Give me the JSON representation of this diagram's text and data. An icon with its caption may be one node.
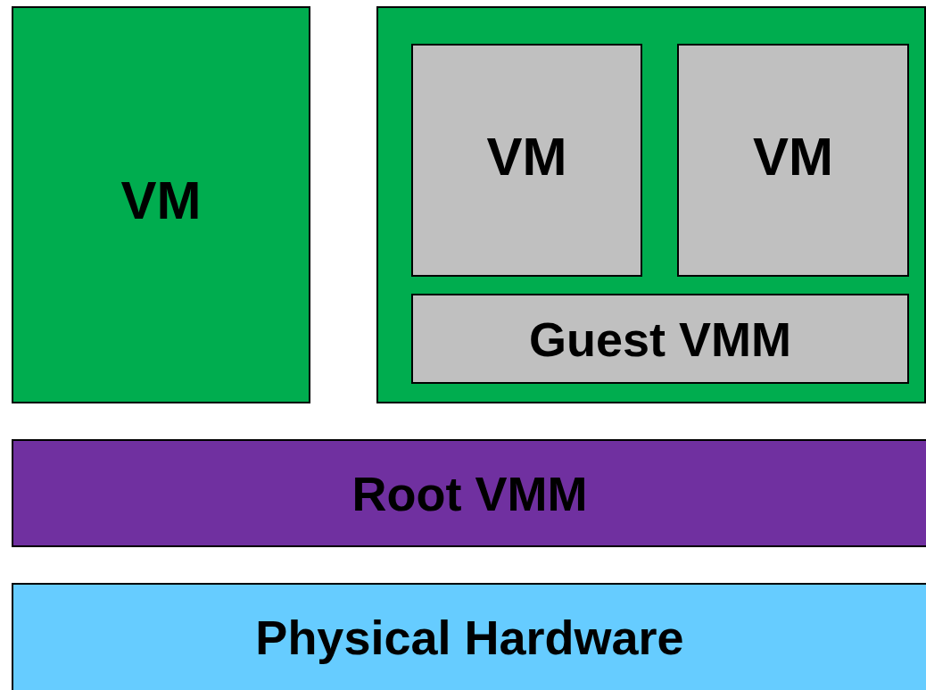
{
  "diagram": {
    "nodes": [
      {
        "text": [
          "VM"
        ]
      },
      {
        "text": [],
        "shape": "box"
      },
      {
        "text": [
          "VM"
        ],
        "in": 1
      },
      {
        "text": [
          "VM"
        ],
        "in": 1
      },
      {
        "text": [
          "Guest VMM"
        ],
        "in": 1
      },
      {
        "text": [
          "Root VMM"
        ]
      },
      {
        "text": [
          "Physical Hardware"
        ]
      }
    ]
  }
}
